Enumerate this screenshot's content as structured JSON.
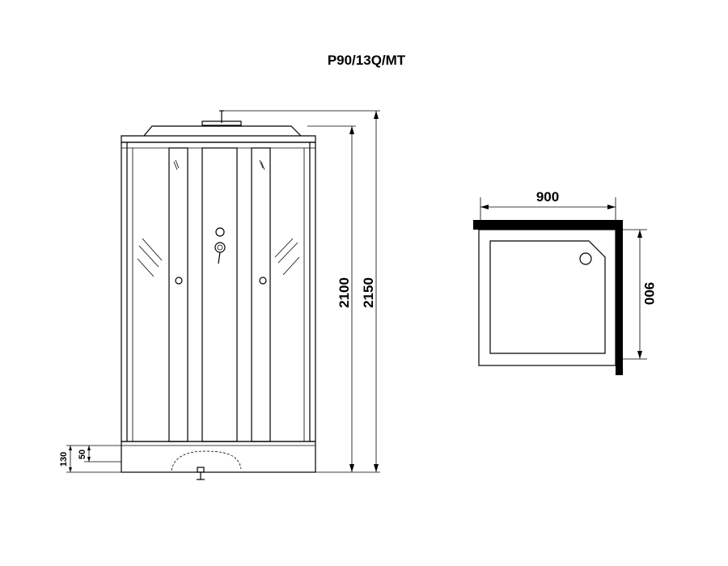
{
  "title": "P90/13Q/MT",
  "front_view": {
    "height_dims": {
      "overall_height": "2100",
      "total_height": "2150"
    },
    "base_dims": {
      "tray_height": "130",
      "step_height": "50"
    }
  },
  "plan_view": {
    "width_dim": "900",
    "depth_dim": "900"
  },
  "colors": {
    "line": "#000000",
    "background": "#ffffff"
  }
}
